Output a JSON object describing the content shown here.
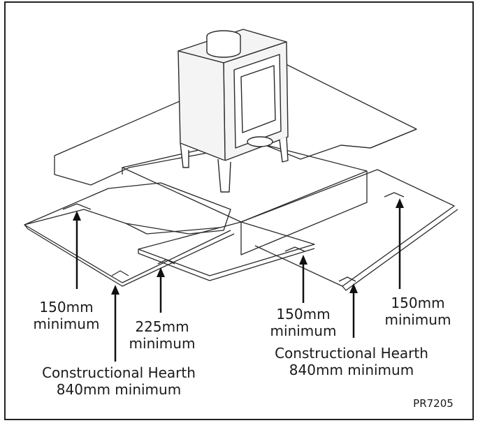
{
  "labels": {
    "left_front_clearance": [
      "150mm",
      "minimum"
    ],
    "front_clearance": [
      "225mm",
      "minimum"
    ],
    "left_hearth": [
      "Constructional Hearth",
      "840mm minimum"
    ],
    "center_clearance": [
      "150mm",
      "minimum"
    ],
    "right_clearance": [
      "150mm",
      "minimum"
    ],
    "right_hearth": [
      "Constructional Hearth",
      "840mm minimum"
    ]
  },
  "reference_code": "PR7205",
  "colors": {
    "line": "#2a2a2a",
    "background": "#ffffff",
    "stove_fill": "#f4f4f4"
  }
}
